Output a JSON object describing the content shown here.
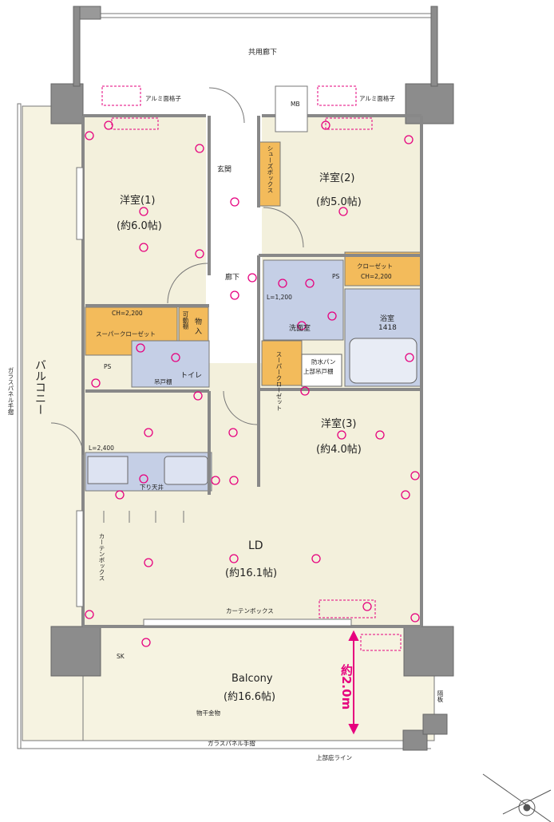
{
  "labels": {
    "common_corridor": "共用廊下",
    "mb": "MB",
    "alumi_left": "アルミ面格子",
    "alumi_right": "アルミ面格子",
    "ps_top": "PS",
    "ps_left": "PS",
    "genkan": "玄関",
    "shoe_box": "シューズボックス",
    "rouka": "廊下",
    "closet": "クローゼット",
    "closet_ch": "CH=2,200",
    "super_closet_1": "スーパークローゼット",
    "super_closet_1_ch": "CH=2,200",
    "storage": "物入",
    "storage_small": "可動棚",
    "toilet": "トイレ",
    "toilet_shelf": "吊戸棚",
    "senmen": "洗面室",
    "senmen_l": "L=1,200",
    "yokushitsu": "浴室",
    "yokushitsu_size": "1418",
    "bohan": "防水パン",
    "bohan_sub": "上部吊戸棚",
    "super_closet_2": "スーパークローゼット",
    "kitchen_l": "L=2,400",
    "sagari_tenjo": "下り天井",
    "curtain_box_v": "カーテンボックス",
    "curtain_box_h": "カーテンボックス",
    "balcony_v": "バルコニー",
    "glass_panel_v": "ガラスパネル手摺",
    "glass_panel_h": "ガラスパネル手摺",
    "ueburi_line": "上部庇ライン",
    "monohoshi": "物干金物",
    "hedate": "隔板",
    "sk": "SK",
    "depth": "約2.0m"
  },
  "rooms": [
    {
      "name": "洋室(1)",
      "size": "(約6.0帖)"
    },
    {
      "name": "洋室(2)",
      "size": "(約5.0帖)"
    },
    {
      "name": "洋室(3)",
      "size": "(約4.0帖)"
    },
    {
      "name": "LD",
      "size": "(約16.1帖)"
    },
    {
      "name": "Balcony",
      "size": "(約16.6帖)"
    }
  ],
  "colors": {
    "wall": "#8c8c8c",
    "room_fill": "#f3f0dc",
    "wet_fill": "#c5cfe6",
    "closet_fill": "#f3bb5b",
    "balcony_fill": "#f6f3e1",
    "marker": "#e6007e",
    "line": "#555555"
  }
}
